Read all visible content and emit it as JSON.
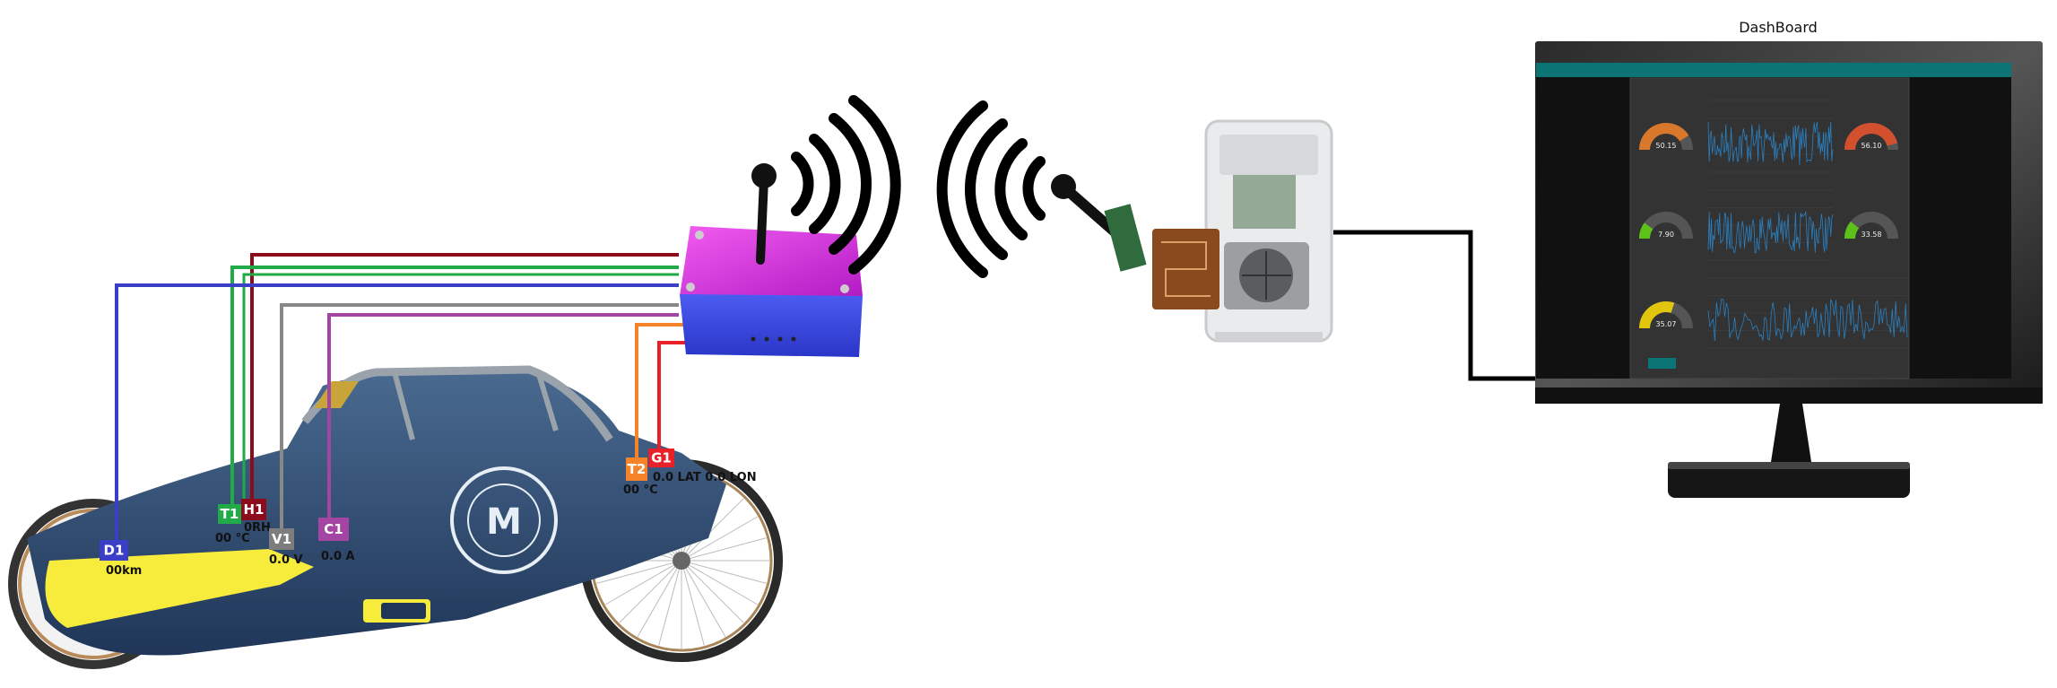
{
  "dashboard": {
    "title": "DashBoard",
    "gauges": [
      {
        "value": "50.15",
        "color": "#d9772a",
        "fill": 0.82
      },
      {
        "value": "56.10",
        "color": "#d2502e",
        "fill": 0.92
      },
      {
        "value": "7.90",
        "color": "#5cc21a",
        "fill": 0.2
      },
      {
        "value": "33.58",
        "color": "#5cc21a",
        "fill": 0.22
      },
      {
        "value": "35.07",
        "color": "#e2c60e",
        "fill": 0.6
      }
    ],
    "accent": "#0b7474",
    "line_color": "#2a7fc0"
  },
  "sensors": [
    {
      "id": "D1",
      "reading": "00km",
      "color": "#3b3fc8"
    },
    {
      "id": "T1",
      "reading": "00 °C",
      "color": "#22aa48"
    },
    {
      "id": "H1",
      "reading": "0RH",
      "color": "#8c0c1c"
    },
    {
      "id": "V1",
      "reading": "0.0 V",
      "color": "#7d7d7d"
    },
    {
      "id": "C1",
      "reading": "0.0 A",
      "color": "#a445a4"
    },
    {
      "id": "T2",
      "reading": "00 °C",
      "color": "#f4832a"
    },
    {
      "id": "G1",
      "reading": "0.0 LAT 0.0 LON",
      "color": "#e8202a"
    }
  ]
}
